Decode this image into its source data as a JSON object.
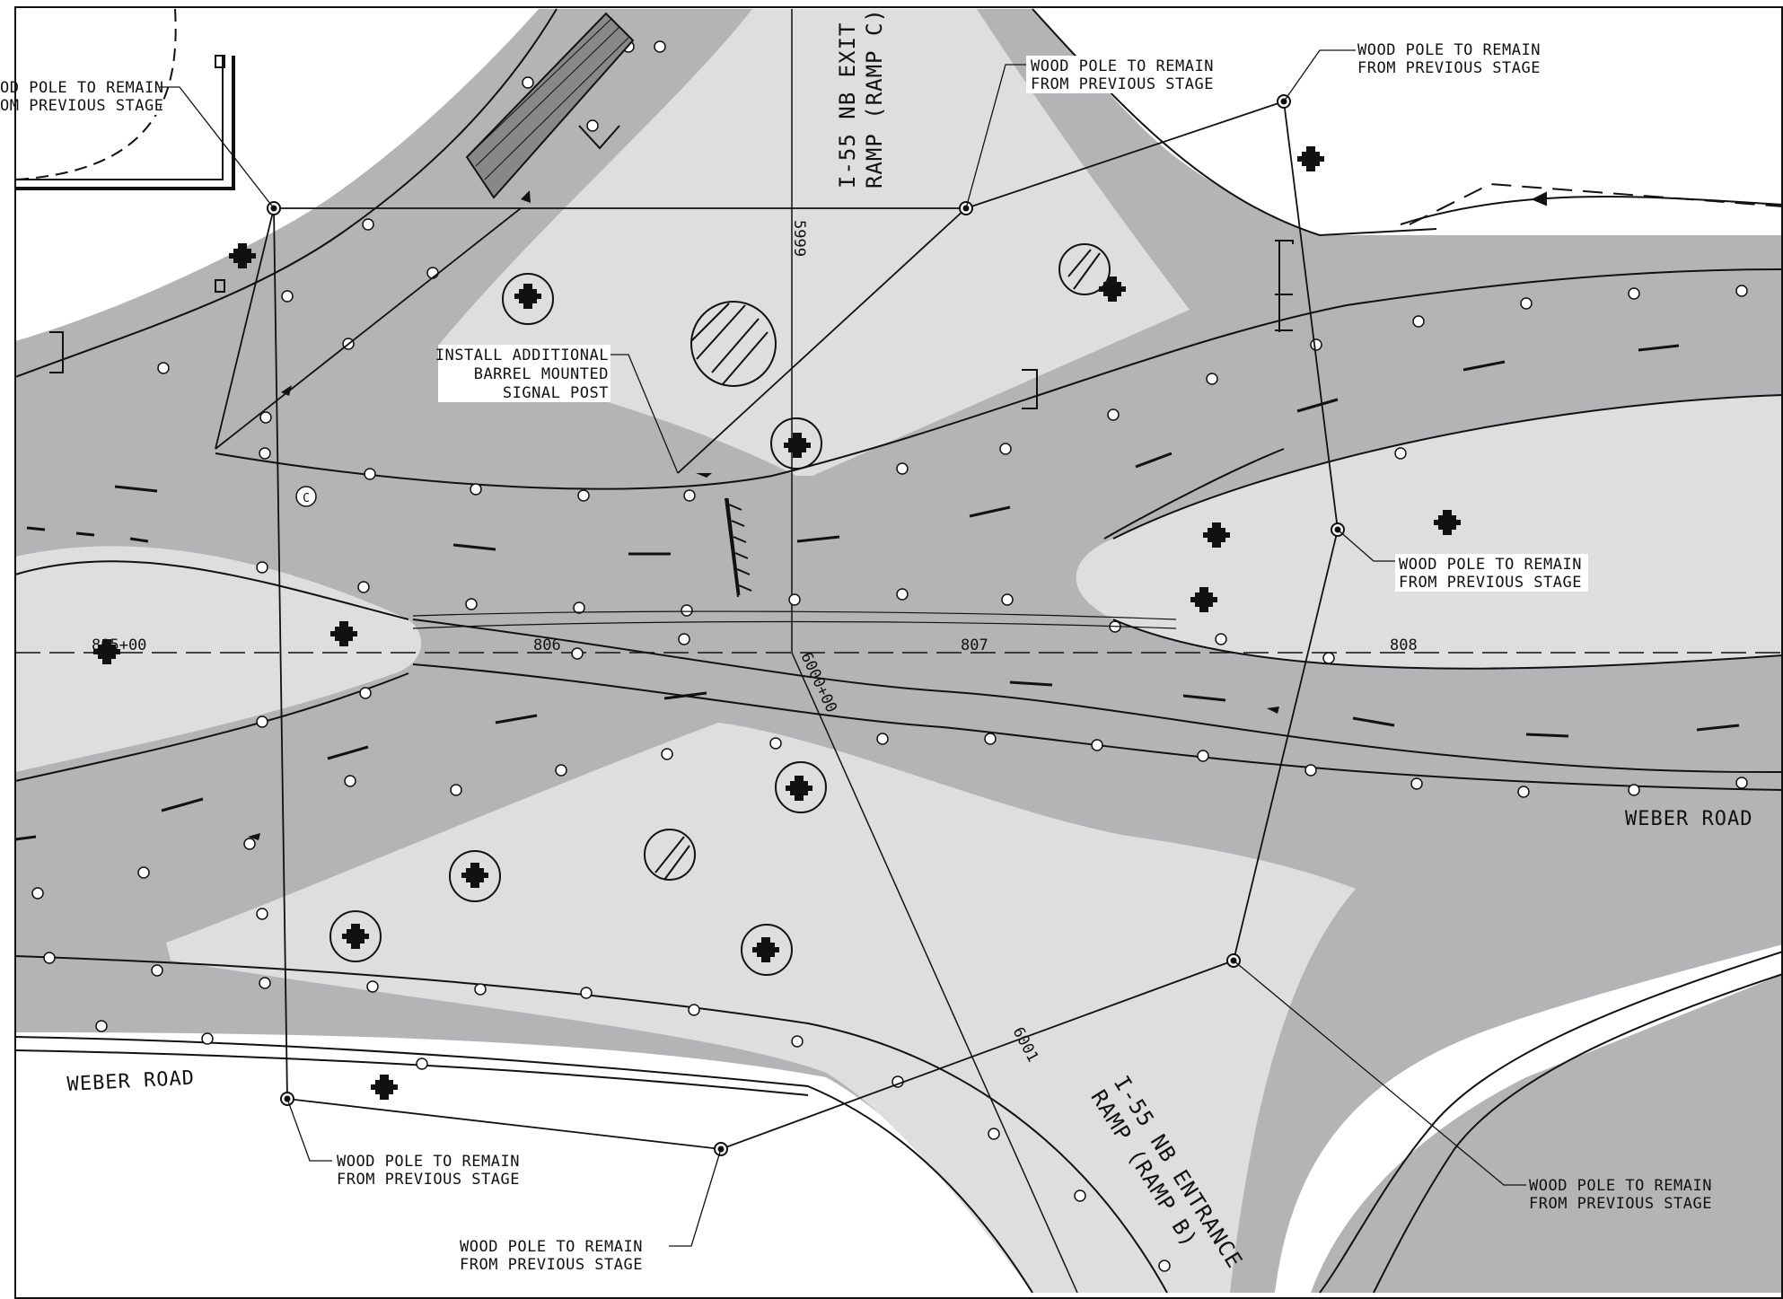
{
  "notes": {
    "wood_pole_line1": "WOOD POLE TO REMAIN",
    "wood_pole_line2": "FROM PREVIOUS STAGE",
    "partial_line1": "OD POLE TO REMAIN",
    "partial_line2": "OM PREVIOUS STAGE",
    "install_line1": "INSTALL ADDITIONAL",
    "install_line2": "BARREL MOUNTED",
    "install_line3": "SIGNAL POST"
  },
  "roads": {
    "weber_road": "WEBER ROAD",
    "ramp_c_line1": "I-55 NB EXIT",
    "ramp_c_line2": "RAMP (RAMP C)",
    "ramp_b_line1": "I-55 NB ENTRANCE",
    "ramp_b_line2": "RAMP (RAMP B)"
  },
  "stations": {
    "s805": "805+00",
    "s806": "806",
    "s807": "807",
    "s808": "808",
    "s5999": "5999",
    "s6000": "6000+00",
    "s6001": "6001"
  },
  "markers": {
    "c_symbol": "C"
  },
  "colors": {
    "pavement": "#b4b4b7",
    "island": "#dededf",
    "background": "#ffffff",
    "linework": "#111111"
  }
}
